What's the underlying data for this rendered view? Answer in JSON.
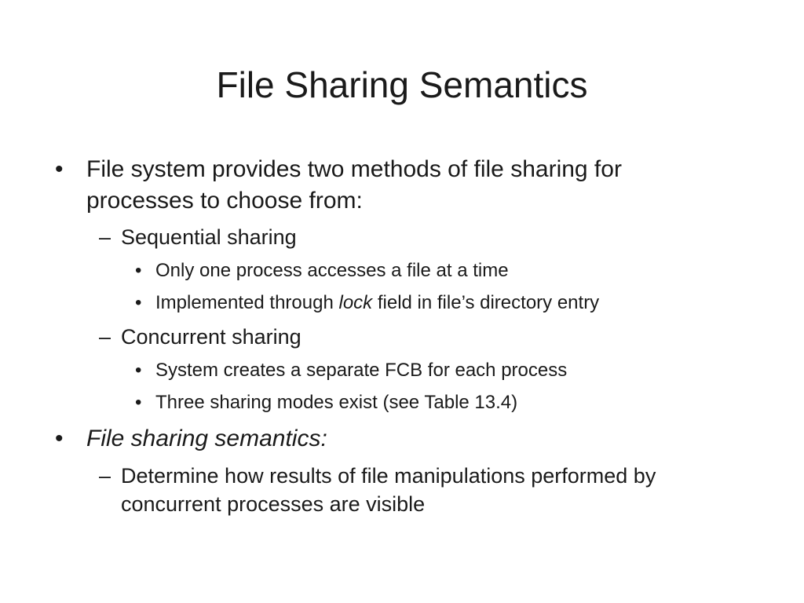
{
  "slide": {
    "title": "File Sharing Semantics",
    "markers": {
      "bullet": "•",
      "dash": "–"
    },
    "points": {
      "p1_line1": "File system provides two methods of file sharing for",
      "p1_line2": "processes to choose from:",
      "sequential": "Sequential sharing",
      "seq_item1": "Only one process accesses a file at a time",
      "seq_item2_before": "Implemented through ",
      "seq_item2_italic": "lock",
      "seq_item2_after": " field in file’s directory entry",
      "concurrent": "Concurrent sharing",
      "conc_item1": "System creates a separate FCB for each process",
      "conc_item2": "Three sharing modes exist (see Table 13.4)",
      "p2": "File sharing semantics:",
      "p2_sub_line1": "Determine how results of file manipulations performed by",
      "p2_sub_line2": "concurrent processes are visible"
    }
  }
}
